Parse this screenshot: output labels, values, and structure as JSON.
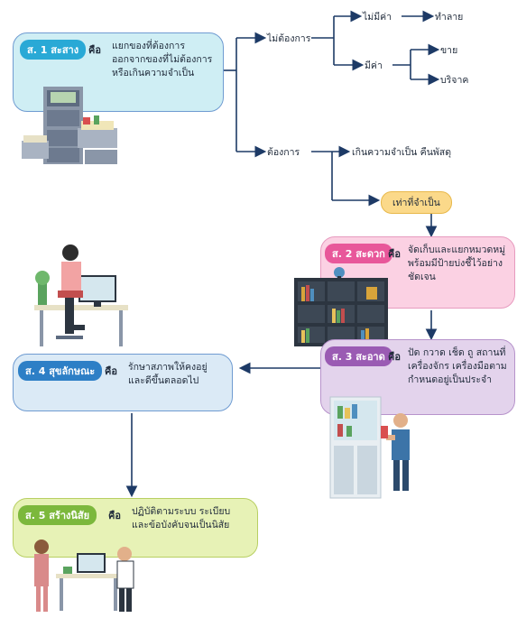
{
  "steps": {
    "s1": {
      "badge": "ส. 1 สะสาง",
      "kw": "คือ",
      "desc_lines": [
        "แยกของที่ต้องการ",
        "ออกจากของที่ไม่ต้องการ",
        "หรือเกินความจำเป็น"
      ]
    },
    "s2": {
      "badge": "ส. 2 สะดวก",
      "kw": "คือ",
      "desc_lines": [
        "จัดเก็บและแยกหมวดหมู่",
        "พร้อมมีป้ายบ่งชี้ไว้อย่าง",
        "ชัดเจน"
      ]
    },
    "s3": {
      "badge": "ส. 3 สะอาด",
      "kw": "คือ",
      "desc_lines": [
        "ปัด กวาด เช็ด ถู สถานที่",
        "เครื่องจักร เครื่องมือตาม",
        "กำหนดอยู่เป็นประจำ"
      ]
    },
    "s4": {
      "badge": "ส. 4 สุขลักษณะ",
      "kw": "คือ",
      "desc_lines": [
        "รักษาสภาพให้คงอยู่",
        "และดีขึ้นตลอดไป"
      ]
    },
    "s5": {
      "badge": "ส. 5 สร้างนิสัย",
      "kw": "คือ",
      "desc_lines": [
        "ปฏิบัติตามระบบ ระเบียบ",
        "และข้อบังคับจนเป็นนิสัย"
      ]
    }
  },
  "tree": {
    "not_needed": "ไม่ต้องการ",
    "no_value": "ไม่มีค่า",
    "destroy": "ทำลาย",
    "has_value": "มีค่า",
    "sell": "ขาย",
    "donate": "บริจาค",
    "needed": "ต้องการ",
    "excess": "เกินความจำเป็น คืนพัสดุ",
    "necessary": "เท่าที่จำเป็น"
  },
  "colors": {
    "s1_bg": "#cfeef4",
    "s1_badge": "#29a9d6",
    "s2_bg": "#fbd1e3",
    "s2_badge": "#e8579a",
    "s3_bg": "#e3d3ec",
    "s3_badge": "#9a5bb3",
    "s4_bg": "#dbeaf6",
    "s4_badge": "#2d7fc6",
    "s5_bg": "#e7f2b6",
    "s5_badge": "#7cb83c",
    "arrow": "#1d3a66"
  }
}
